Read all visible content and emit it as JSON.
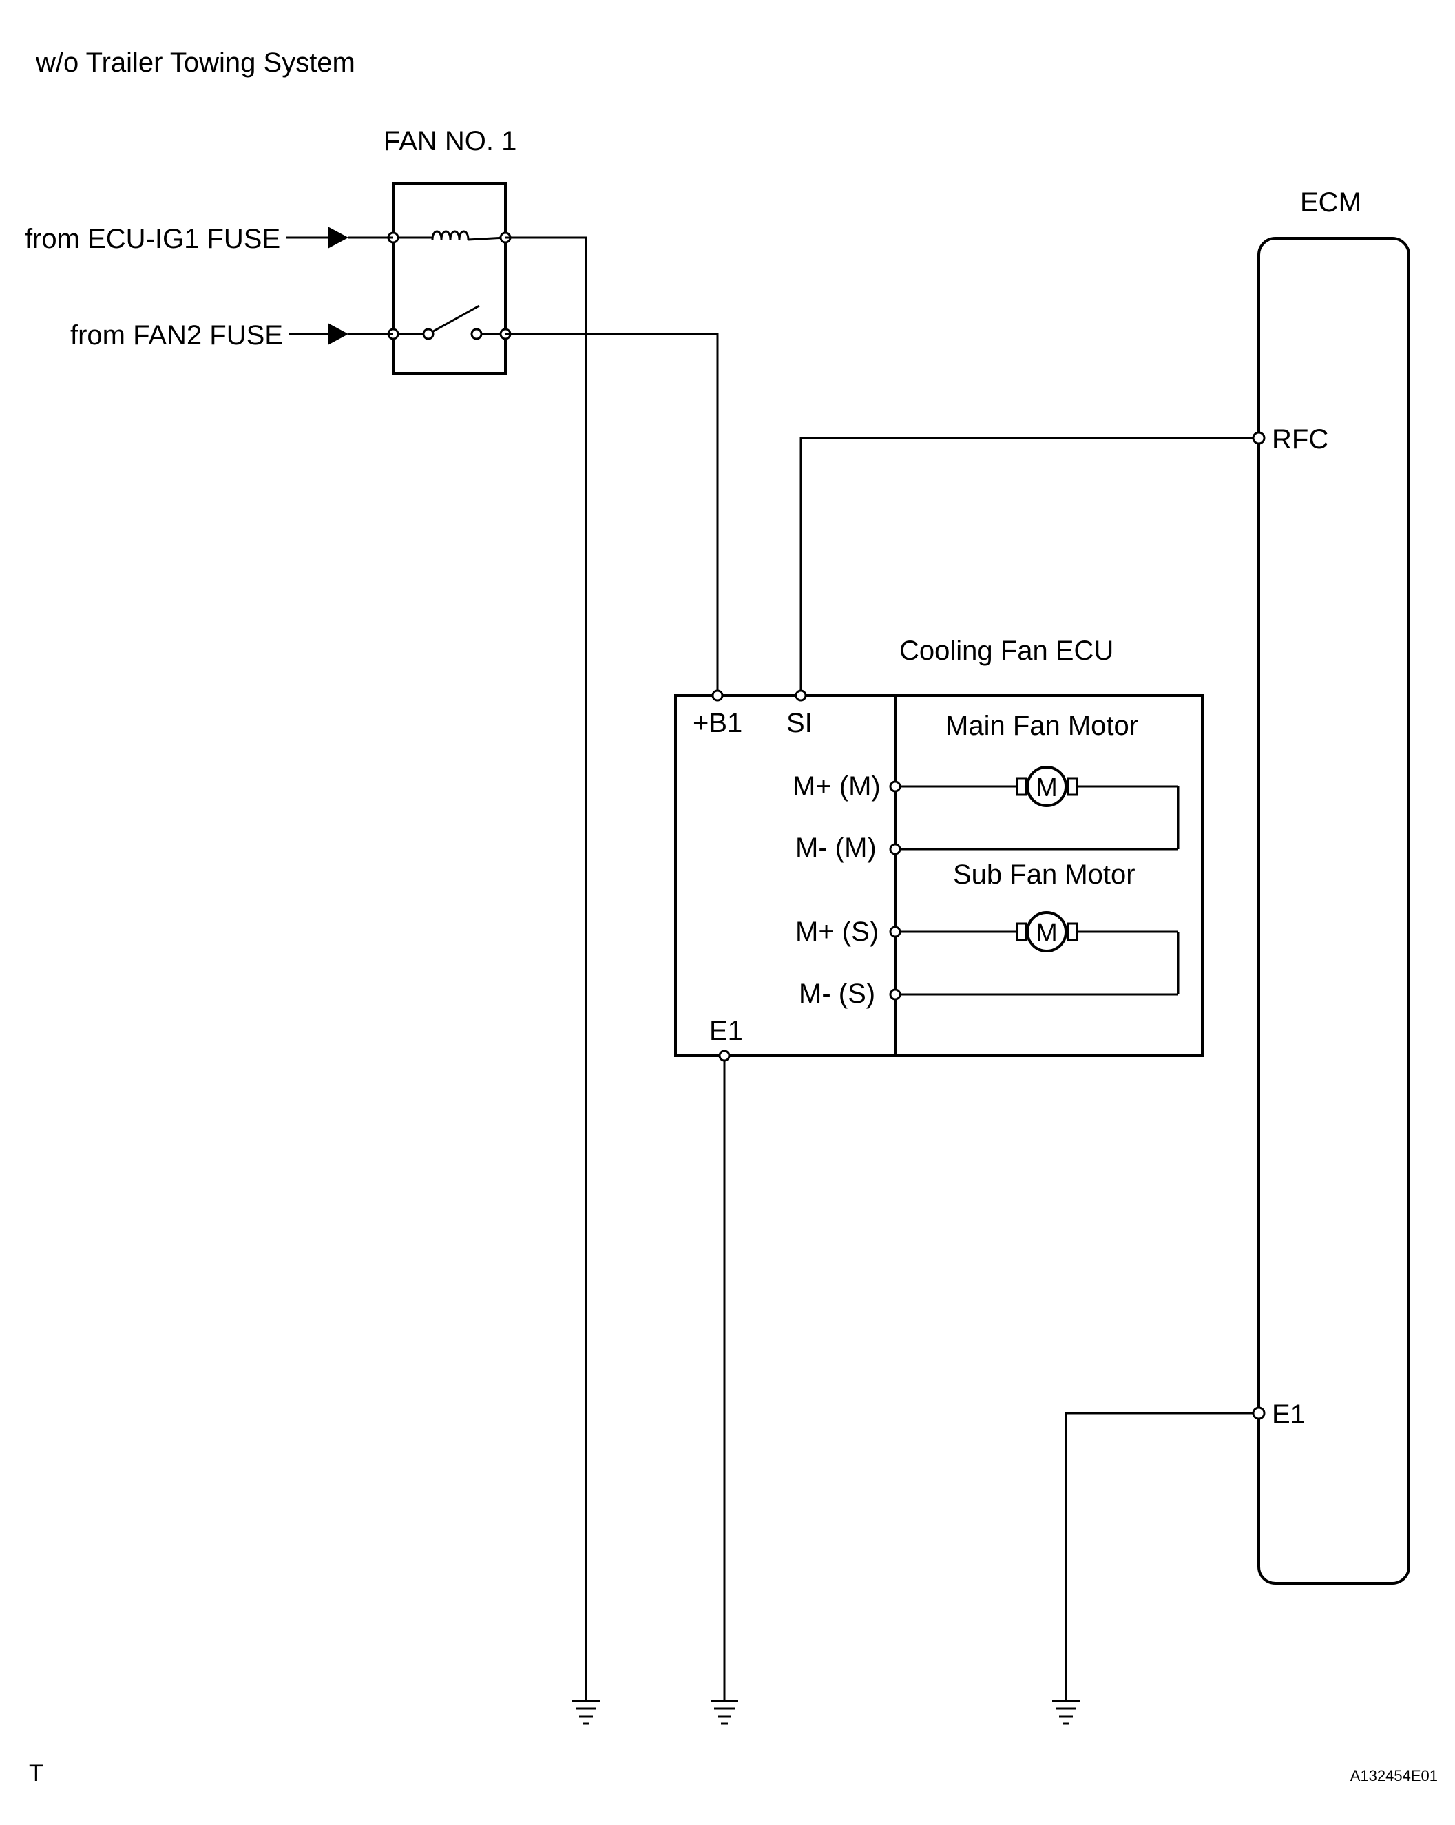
{
  "header": {
    "title": "w/o Trailer Towing System"
  },
  "relay": {
    "name": "FAN NO. 1",
    "input1": "from ECU-IG1 FUSE",
    "input2": "from FAN2 FUSE"
  },
  "ecm": {
    "name": "ECM",
    "pin_rfc": "RFC",
    "pin_e1": "E1"
  },
  "cooling_fan_ecu": {
    "name": "Cooling Fan ECU",
    "pin_b1": "+B1",
    "pin_si": "SI",
    "pin_e1": "E1",
    "pin_m_plus_main": "M+ (M)",
    "pin_m_minus_main": "M- (M)",
    "pin_m_plus_sub": "M+ (S)",
    "pin_m_minus_sub": "M- (S)",
    "main_motor_label": "Main Fan Motor",
    "sub_motor_label": "Sub Fan Motor",
    "motor_symbol": "M"
  },
  "footer": {
    "left_mark": "T",
    "code": "A132454E01"
  },
  "colors": {
    "line": "#000000",
    "background": "#ffffff"
  }
}
